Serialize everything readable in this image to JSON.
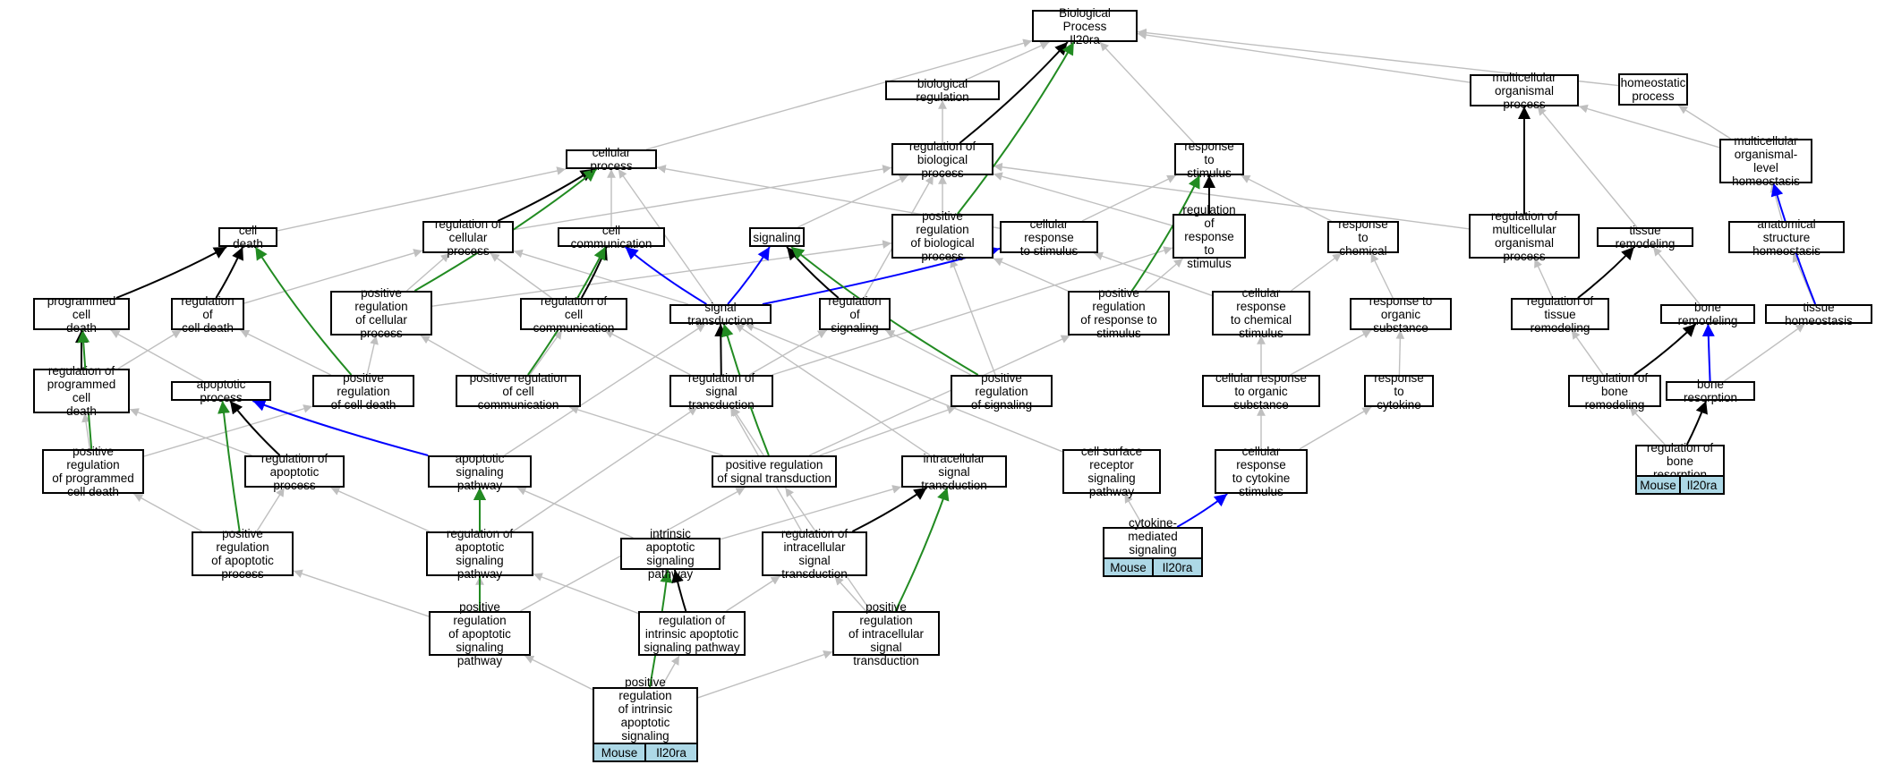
{
  "colors": {
    "is_a": "#bfbfbf",
    "part_of": "#000000",
    "positively_regulates": "#228b22",
    "regulates": "#0000ff",
    "annotated_fill": "#add8e6"
  },
  "nodes": [
    {
      "id": "bp",
      "label": "Biological Process\nIl20ra"
    },
    {
      "id": "biol_reg",
      "label": "biological regulation"
    },
    {
      "id": "mop",
      "label": "multicellular\norganismal process"
    },
    {
      "id": "homeo",
      "label": "homeostatic\nprocess"
    },
    {
      "id": "cell_proc",
      "label": "cellular process"
    },
    {
      "id": "reg_bp",
      "label": "regulation of\nbiological process"
    },
    {
      "id": "resp_stim",
      "label": "response to\nstimulus"
    },
    {
      "id": "mol_homeo",
      "label": "multicellular\norganismal-level\nhomeostasis"
    },
    {
      "id": "cell_death",
      "label": "cell death"
    },
    {
      "id": "reg_cp",
      "label": "regulation of\ncellular process"
    },
    {
      "id": "cell_comm",
      "label": "cell communication"
    },
    {
      "id": "signaling",
      "label": "signaling"
    },
    {
      "id": "pos_reg_bp",
      "label": "positive regulation\nof biological\nprocess"
    },
    {
      "id": "cell_resp_stim",
      "label": "cellular response\nto stimulus"
    },
    {
      "id": "reg_resp_stim",
      "label": "regulation of\nresponse to\nstimulus"
    },
    {
      "id": "resp_chem",
      "label": "response to\nchemical"
    },
    {
      "id": "reg_mop",
      "label": "regulation of\nmulticellular\norganismal process"
    },
    {
      "id": "tissue_remod",
      "label": "tissue remodeling"
    },
    {
      "id": "anat_homeo",
      "label": "anatomical structure\nhomeostasis"
    },
    {
      "id": "pcd",
      "label": "programmed cell\ndeath"
    },
    {
      "id": "reg_cd",
      "label": "regulation of\ncell death"
    },
    {
      "id": "pos_reg_cp",
      "label": "positive regulation\nof cellular\nprocess"
    },
    {
      "id": "reg_cc",
      "label": "regulation of\ncell communication"
    },
    {
      "id": "sig_trans",
      "label": "signal transduction"
    },
    {
      "id": "reg_sig",
      "label": "regulation of\nsignaling"
    },
    {
      "id": "pos_reg_resp",
      "label": "positive regulation\nof response to\nstimulus"
    },
    {
      "id": "cell_resp_chem",
      "label": "cellular response\nto chemical\nstimulus"
    },
    {
      "id": "resp_org",
      "label": "response to\norganic substance"
    },
    {
      "id": "reg_tissue_remod",
      "label": "regulation of\ntissue remodeling"
    },
    {
      "id": "bone_remod",
      "label": "bone remodeling"
    },
    {
      "id": "tissue_homeo",
      "label": "tissue homeostasis"
    },
    {
      "id": "reg_pcd",
      "label": "regulation of\nprogrammed cell\ndeath"
    },
    {
      "id": "apop_proc",
      "label": "apoptotic process"
    },
    {
      "id": "pos_reg_cd",
      "label": "positive regulation\nof cell death"
    },
    {
      "id": "pos_reg_cc",
      "label": "positive regulation\nof cell communication"
    },
    {
      "id": "reg_st",
      "label": "regulation of\nsignal transduction"
    },
    {
      "id": "pos_reg_sig",
      "label": "positive regulation\nof signaling"
    },
    {
      "id": "cell_resp_org",
      "label": "cellular response\nto organic substance"
    },
    {
      "id": "resp_cyto",
      "label": "response to\ncytokine"
    },
    {
      "id": "reg_bone_remod",
      "label": "regulation of\nbone remodeling"
    },
    {
      "id": "bone_resorp",
      "label": "bone resorption"
    },
    {
      "id": "pos_reg_pcd",
      "label": "positive regulation\nof programmed\ncell death"
    },
    {
      "id": "reg_apop",
      "label": "regulation of\napoptotic process"
    },
    {
      "id": "apop_sig",
      "label": "apoptotic signaling\npathway"
    },
    {
      "id": "pos_reg_st",
      "label": "positive regulation\nof signal transduction"
    },
    {
      "id": "intra_st",
      "label": "intracellular\nsignal transduction"
    },
    {
      "id": "csr_sig",
      "label": "cell surface\nreceptor signaling\npathway"
    },
    {
      "id": "cell_resp_cyto",
      "label": "cellular response\nto cytokine\nstimulus"
    },
    {
      "id": "reg_bone_resorp",
      "label": "regulation of\nbone resorption"
    },
    {
      "id": "pos_reg_apop",
      "label": "positive regulation\nof apoptotic\nprocess"
    },
    {
      "id": "reg_apop_sig",
      "label": "regulation of\napoptotic signaling\npathway"
    },
    {
      "id": "intr_apop",
      "label": "intrinsic apoptotic\nsignaling pathway"
    },
    {
      "id": "reg_intra_st",
      "label": "regulation of\nintracellular\nsignal transduction"
    },
    {
      "id": "cyto_med",
      "label": "cytokine-mediated\nsignaling pathway"
    },
    {
      "id": "pos_reg_apop_sig",
      "label": "positive regulation\nof apoptotic\nsignaling pathway"
    },
    {
      "id": "reg_intr_apop",
      "label": "regulation of\nintrinsic apoptotic\nsignaling pathway"
    },
    {
      "id": "pos_reg_intra_st",
      "label": "positive regulation\nof intracellular\nsignal transduction"
    },
    {
      "id": "pos_reg_intr_apop",
      "label": "positive regulation\nof intrinsic\napoptotic signaling\npathway"
    }
  ],
  "annotations": [
    {
      "node": "reg_bone_resorp",
      "organism": "Mouse",
      "gene": "Il20ra"
    },
    {
      "node": "cyto_med",
      "organism": "Mouse",
      "gene": "Il20ra"
    },
    {
      "node": "pos_reg_intr_apop",
      "organism": "Mouse",
      "gene": "Il20ra"
    }
  ],
  "edges": [
    {
      "from": "biol_reg",
      "to": "bp",
      "type": "is_a"
    },
    {
      "from": "mop",
      "to": "bp",
      "type": "is_a"
    },
    {
      "from": "homeo",
      "to": "bp",
      "type": "is_a"
    },
    {
      "from": "cell_proc",
      "to": "bp",
      "type": "is_a"
    },
    {
      "from": "reg_bp",
      "to": "bp",
      "type": "part_of"
    },
    {
      "from": "reg_bp",
      "to": "biol_reg",
      "type": "is_a"
    },
    {
      "from": "pos_reg_bp",
      "to": "bp",
      "type": "positively_regulates"
    },
    {
      "from": "pos_reg_bp",
      "to": "reg_bp",
      "type": "is_a"
    },
    {
      "from": "resp_stim",
      "to": "bp",
      "type": "is_a"
    },
    {
      "from": "mol_homeo",
      "to": "mop",
      "type": "is_a"
    },
    {
      "from": "mol_homeo",
      "to": "homeo",
      "type": "is_a"
    },
    {
      "from": "reg_mop",
      "to": "mop",
      "type": "part_of"
    },
    {
      "from": "reg_mop",
      "to": "reg_bp",
      "type": "is_a"
    },
    {
      "from": "tissue_remod",
      "to": "mop",
      "type": "is_a"
    },
    {
      "from": "anat_homeo",
      "to": "mol_homeo",
      "type": "is_a"
    },
    {
      "from": "tissue_homeo",
      "to": "anat_homeo",
      "type": "is_a"
    },
    {
      "from": "tissue_homeo",
      "to": "mol_homeo",
      "type": "regulates"
    },
    {
      "from": "cell_death",
      "to": "cell_proc",
      "type": "is_a"
    },
    {
      "from": "reg_cp",
      "to": "cell_proc",
      "type": "part_of"
    },
    {
      "from": "reg_cp",
      "to": "reg_bp",
      "type": "is_a"
    },
    {
      "from": "cell_comm",
      "to": "cell_proc",
      "type": "is_a"
    },
    {
      "from": "signaling",
      "to": "reg_bp",
      "type": "is_a"
    },
    {
      "from": "cell_resp_stim",
      "to": "cell_proc",
      "type": "is_a"
    },
    {
      "from": "cell_resp_stim",
      "to": "resp_stim",
      "type": "is_a"
    },
    {
      "from": "reg_resp_stim",
      "to": "resp_stim",
      "type": "part_of"
    },
    {
      "from": "reg_resp_stim",
      "to": "reg_bp",
      "type": "is_a"
    },
    {
      "from": "resp_chem",
      "to": "resp_stim",
      "type": "is_a"
    },
    {
      "from": "pcd",
      "to": "cell_death",
      "type": "part_of"
    },
    {
      "from": "reg_pcd",
      "to": "pcd",
      "type": "part_of"
    },
    {
      "from": "reg_cd",
      "to": "cell_death",
      "type": "part_of"
    },
    {
      "from": "reg_cd",
      "to": "reg_cp",
      "type": "is_a"
    },
    {
      "from": "pos_reg_cp",
      "to": "cell_proc",
      "type": "positively_regulates"
    },
    {
      "from": "pos_reg_cp",
      "to": "reg_cp",
      "type": "is_a"
    },
    {
      "from": "pos_reg_cp",
      "to": "pos_reg_bp",
      "type": "is_a"
    },
    {
      "from": "reg_cc",
      "to": "cell_comm",
      "type": "part_of"
    },
    {
      "from": "reg_cc",
      "to": "reg_cp",
      "type": "is_a"
    },
    {
      "from": "sig_trans",
      "to": "signaling",
      "type": "regulates"
    },
    {
      "from": "sig_trans",
      "to": "cell_comm",
      "type": "regulates"
    },
    {
      "from": "sig_trans",
      "to": "cell_resp_stim",
      "type": "regulates"
    },
    {
      "from": "sig_trans",
      "to": "cell_proc",
      "type": "is_a"
    },
    {
      "from": "sig_trans",
      "to": "reg_cp",
      "type": "is_a"
    },
    {
      "from": "reg_sig",
      "to": "signaling",
      "type": "part_of"
    },
    {
      "from": "reg_sig",
      "to": "reg_bp",
      "type": "is_a"
    },
    {
      "from": "pos_reg_resp",
      "to": "resp_stim",
      "type": "positively_regulates"
    },
    {
      "from": "pos_reg_resp",
      "to": "reg_resp_stim",
      "type": "is_a"
    },
    {
      "from": "pos_reg_resp",
      "to": "pos_reg_bp",
      "type": "is_a"
    },
    {
      "from": "cell_resp_chem",
      "to": "resp_chem",
      "type": "is_a"
    },
    {
      "from": "cell_resp_chem",
      "to": "cell_resp_stim",
      "type": "is_a"
    },
    {
      "from": "resp_org",
      "to": "resp_chem",
      "type": "is_a"
    },
    {
      "from": "reg_tissue_remod",
      "to": "tissue_remod",
      "type": "part_of"
    },
    {
      "from": "reg_tissue_remod",
      "to": "reg_mop",
      "type": "is_a"
    },
    {
      "from": "bone_remod",
      "to": "tissue_remod",
      "type": "is_a"
    },
    {
      "from": "apop_proc",
      "to": "pcd",
      "type": "is_a"
    },
    {
      "from": "reg_pcd",
      "to": "reg_cd",
      "type": "is_a"
    },
    {
      "from": "pos_reg_cd",
      "to": "cell_death",
      "type": "positively_regulates"
    },
    {
      "from": "pos_reg_cd",
      "to": "reg_cd",
      "type": "is_a"
    },
    {
      "from": "pos_reg_cd",
      "to": "pos_reg_cp",
      "type": "is_a"
    },
    {
      "from": "pos_reg_cc",
      "to": "cell_comm",
      "type": "positively_regulates"
    },
    {
      "from": "pos_reg_cc",
      "to": "reg_cc",
      "type": "is_a"
    },
    {
      "from": "pos_reg_cc",
      "to": "pos_reg_cp",
      "type": "is_a"
    },
    {
      "from": "reg_st",
      "to": "sig_trans",
      "type": "part_of"
    },
    {
      "from": "reg_st",
      "to": "reg_sig",
      "type": "is_a"
    },
    {
      "from": "reg_st",
      "to": "reg_cc",
      "type": "is_a"
    },
    {
      "from": "reg_st",
      "to": "reg_resp_stim",
      "type": "is_a"
    },
    {
      "from": "pos_reg_sig",
      "to": "signaling",
      "type": "positively_regulates"
    },
    {
      "from": "pos_reg_sig",
      "to": "reg_sig",
      "type": "is_a"
    },
    {
      "from": "pos_reg_sig",
      "to": "pos_reg_bp",
      "type": "is_a"
    },
    {
      "from": "cell_resp_org",
      "to": "cell_resp_chem",
      "type": "is_a"
    },
    {
      "from": "cell_resp_org",
      "to": "resp_org",
      "type": "is_a"
    },
    {
      "from": "resp_cyto",
      "to": "resp_org",
      "type": "is_a"
    },
    {
      "from": "reg_bone_remod",
      "to": "bone_remod",
      "type": "part_of"
    },
    {
      "from": "reg_bone_remod",
      "to": "reg_tissue_remod",
      "type": "is_a"
    },
    {
      "from": "bone_resorp",
      "to": "bone_remod",
      "type": "regulates"
    },
    {
      "from": "bone_resorp",
      "to": "tissue_homeo",
      "type": "is_a"
    },
    {
      "from": "pos_reg_pcd",
      "to": "pcd",
      "type": "positively_regulates"
    },
    {
      "from": "pos_reg_pcd",
      "to": "reg_pcd",
      "type": "is_a"
    },
    {
      "from": "pos_reg_pcd",
      "to": "pos_reg_cd",
      "type": "is_a"
    },
    {
      "from": "reg_apop",
      "to": "apop_proc",
      "type": "part_of"
    },
    {
      "from": "reg_apop",
      "to": "reg_pcd",
      "type": "is_a"
    },
    {
      "from": "apop_sig",
      "to": "apop_proc",
      "type": "regulates"
    },
    {
      "from": "apop_sig",
      "to": "sig_trans",
      "type": "is_a"
    },
    {
      "from": "pos_reg_st",
      "to": "sig_trans",
      "type": "positively_regulates"
    },
    {
      "from": "pos_reg_st",
      "to": "reg_st",
      "type": "is_a"
    },
    {
      "from": "pos_reg_st",
      "to": "pos_reg_sig",
      "type": "is_a"
    },
    {
      "from": "pos_reg_st",
      "to": "pos_reg_cc",
      "type": "is_a"
    },
    {
      "from": "pos_reg_st",
      "to": "pos_reg_resp",
      "type": "is_a"
    },
    {
      "from": "intra_st",
      "to": "sig_trans",
      "type": "is_a"
    },
    {
      "from": "csr_sig",
      "to": "sig_trans",
      "type": "is_a"
    },
    {
      "from": "cell_resp_cyto",
      "to": "cell_resp_org",
      "type": "is_a"
    },
    {
      "from": "cell_resp_cyto",
      "to": "resp_cyto",
      "type": "is_a"
    },
    {
      "from": "reg_bone_resorp",
      "to": "bone_resorp",
      "type": "part_of"
    },
    {
      "from": "reg_bone_resorp",
      "to": "reg_bone_remod",
      "type": "is_a"
    },
    {
      "from": "pos_reg_apop",
      "to": "apop_proc",
      "type": "positively_regulates"
    },
    {
      "from": "pos_reg_apop",
      "to": "reg_apop",
      "type": "is_a"
    },
    {
      "from": "pos_reg_apop",
      "to": "pos_reg_pcd",
      "type": "is_a"
    },
    {
      "from": "reg_apop_sig",
      "to": "apop_sig",
      "type": "part_of"
    },
    {
      "from": "reg_apop_sig",
      "to": "reg_apop",
      "type": "is_a"
    },
    {
      "from": "reg_apop_sig",
      "to": "reg_st",
      "type": "is_a"
    },
    {
      "from": "intr_apop",
      "to": "apop_sig",
      "type": "is_a"
    },
    {
      "from": "intr_apop",
      "to": "intra_st",
      "type": "is_a"
    },
    {
      "from": "reg_intra_st",
      "to": "intra_st",
      "type": "part_of"
    },
    {
      "from": "reg_intra_st",
      "to": "reg_st",
      "type": "is_a"
    },
    {
      "from": "cyto_med",
      "to": "csr_sig",
      "type": "is_a"
    },
    {
      "from": "cyto_med",
      "to": "cell_resp_cyto",
      "type": "regulates"
    },
    {
      "from": "pos_reg_apop_sig",
      "to": "apop_sig",
      "type": "positively_regulates"
    },
    {
      "from": "pos_reg_apop_sig",
      "to": "reg_apop_sig",
      "type": "is_a"
    },
    {
      "from": "pos_reg_apop_sig",
      "to": "pos_reg_apop",
      "type": "is_a"
    },
    {
      "from": "pos_reg_apop_sig",
      "to": "pos_reg_st",
      "type": "is_a"
    },
    {
      "from": "reg_intr_apop",
      "to": "intr_apop",
      "type": "part_of"
    },
    {
      "from": "reg_intr_apop",
      "to": "reg_apop_sig",
      "type": "is_a"
    },
    {
      "from": "reg_intr_apop",
      "to": "reg_intra_st",
      "type": "is_a"
    },
    {
      "from": "pos_reg_intra_st",
      "to": "intra_st",
      "type": "positively_regulates"
    },
    {
      "from": "pos_reg_intra_st",
      "to": "reg_intra_st",
      "type": "is_a"
    },
    {
      "from": "pos_reg_intra_st",
      "to": "pos_reg_st",
      "type": "is_a"
    },
    {
      "from": "pos_reg_intr_apop",
      "to": "intr_apop",
      "type": "positively_regulates"
    },
    {
      "from": "pos_reg_intr_apop",
      "to": "reg_intr_apop",
      "type": "is_a"
    },
    {
      "from": "pos_reg_intr_apop",
      "to": "pos_reg_apop_sig",
      "type": "is_a"
    },
    {
      "from": "pos_reg_intr_apop",
      "to": "pos_reg_intra_st",
      "type": "is_a"
    }
  ]
}
